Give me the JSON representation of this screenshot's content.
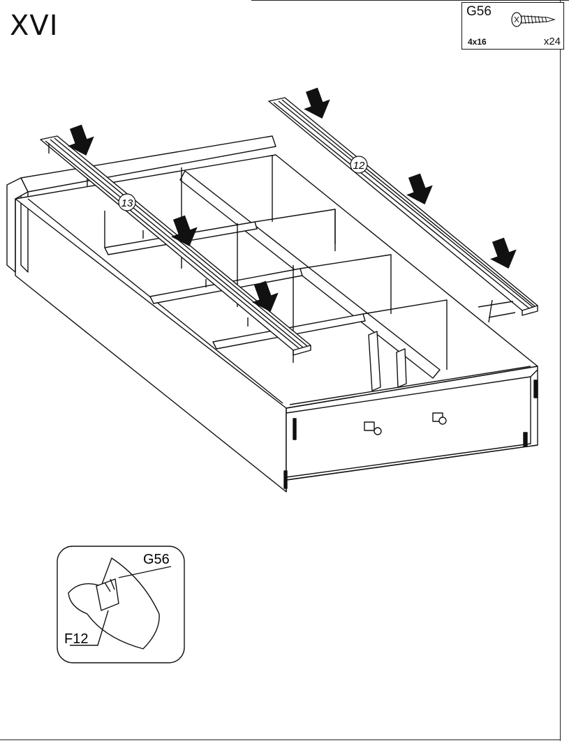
{
  "step": {
    "title": "XVI"
  },
  "parts": [
    {
      "code": "G56",
      "size": "4x16",
      "quantity": "x24",
      "icon": "screw-icon"
    }
  ],
  "callouts": {
    "rail_right": "12",
    "rail_left": "13"
  },
  "detail": {
    "screw_label": "G56",
    "bracket_label": "F12"
  }
}
